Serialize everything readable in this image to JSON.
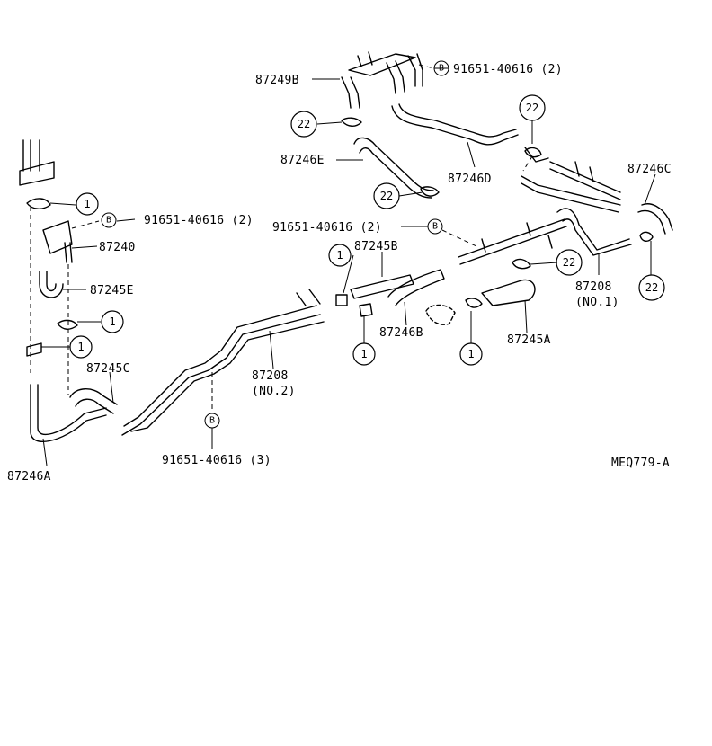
{
  "parts": {
    "p87249B": "87249B",
    "p91651_2a": "91651-40616 (2)",
    "p87246E": "87246E",
    "p87246D": "87246D",
    "p87246C": "87246C",
    "p91651_2b": "91651-40616 (2)",
    "p87240": "87240",
    "p91651_2c": "91651-40616 (2)",
    "p87245B": "87245B",
    "p87245E": "87245E",
    "p87208_1": "87208",
    "p87208_1_sub": "(NO.1)",
    "p87245C": "87245C",
    "p87208_2": "87208",
    "p87208_2_sub": "(NO.2)",
    "p87246B": "87246B",
    "p87245A": "87245A",
    "p91651_3": "91651-40616 (3)",
    "p87246A": "87246A"
  },
  "callouts": {
    "one": "1",
    "twentytwo": "22",
    "bolt": "B"
  },
  "diagram_code": "MEQ779-A"
}
